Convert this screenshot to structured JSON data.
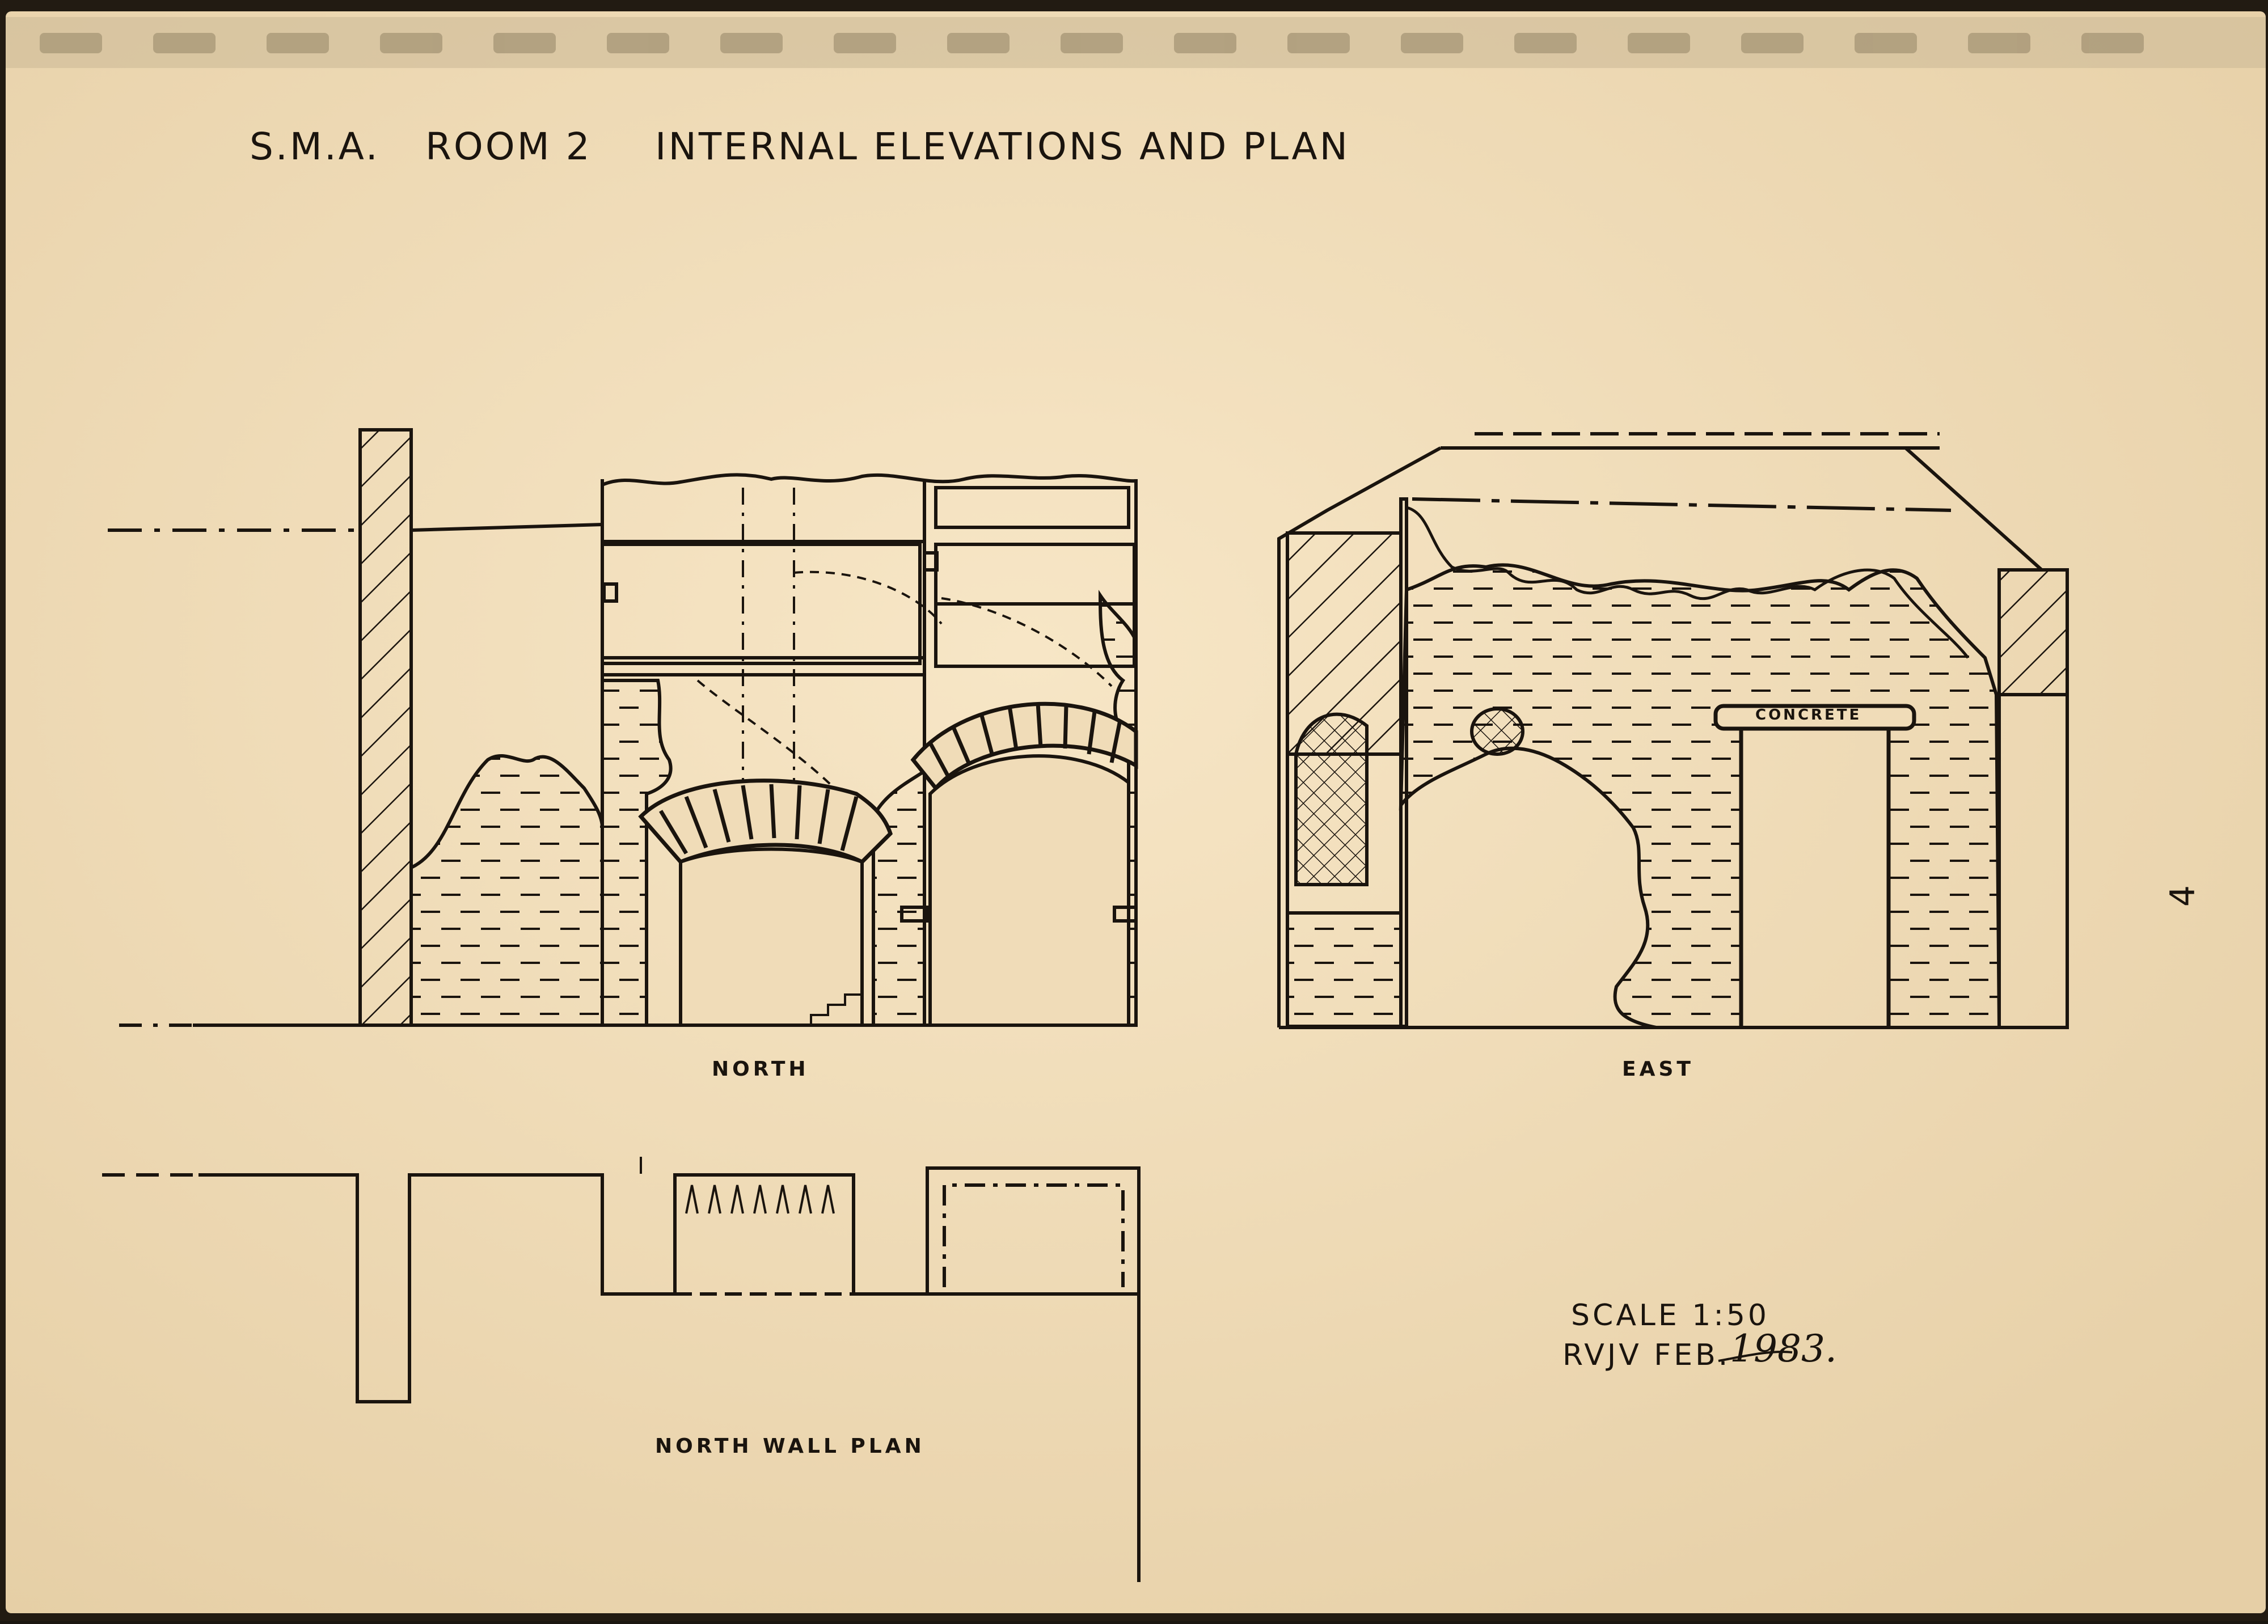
{
  "sheet": {
    "title_site": "S.M.A.",
    "title_room": "ROOM 2",
    "title_desc": "INTERNAL ELEVATIONS AND PLAN"
  },
  "captions": {
    "north": "NORTH",
    "east": "EAST",
    "plan": "NORTH WALL PLAN",
    "concrete": "CONCRETE"
  },
  "notes": {
    "scale": "SCALE 1:50",
    "author_date": "RVJV FEB.",
    "year": "1983.",
    "page_number": "4"
  },
  "colors": {
    "paper": "#f0dcb8",
    "ink": "#1a140e",
    "binding": "#b9a98c"
  }
}
